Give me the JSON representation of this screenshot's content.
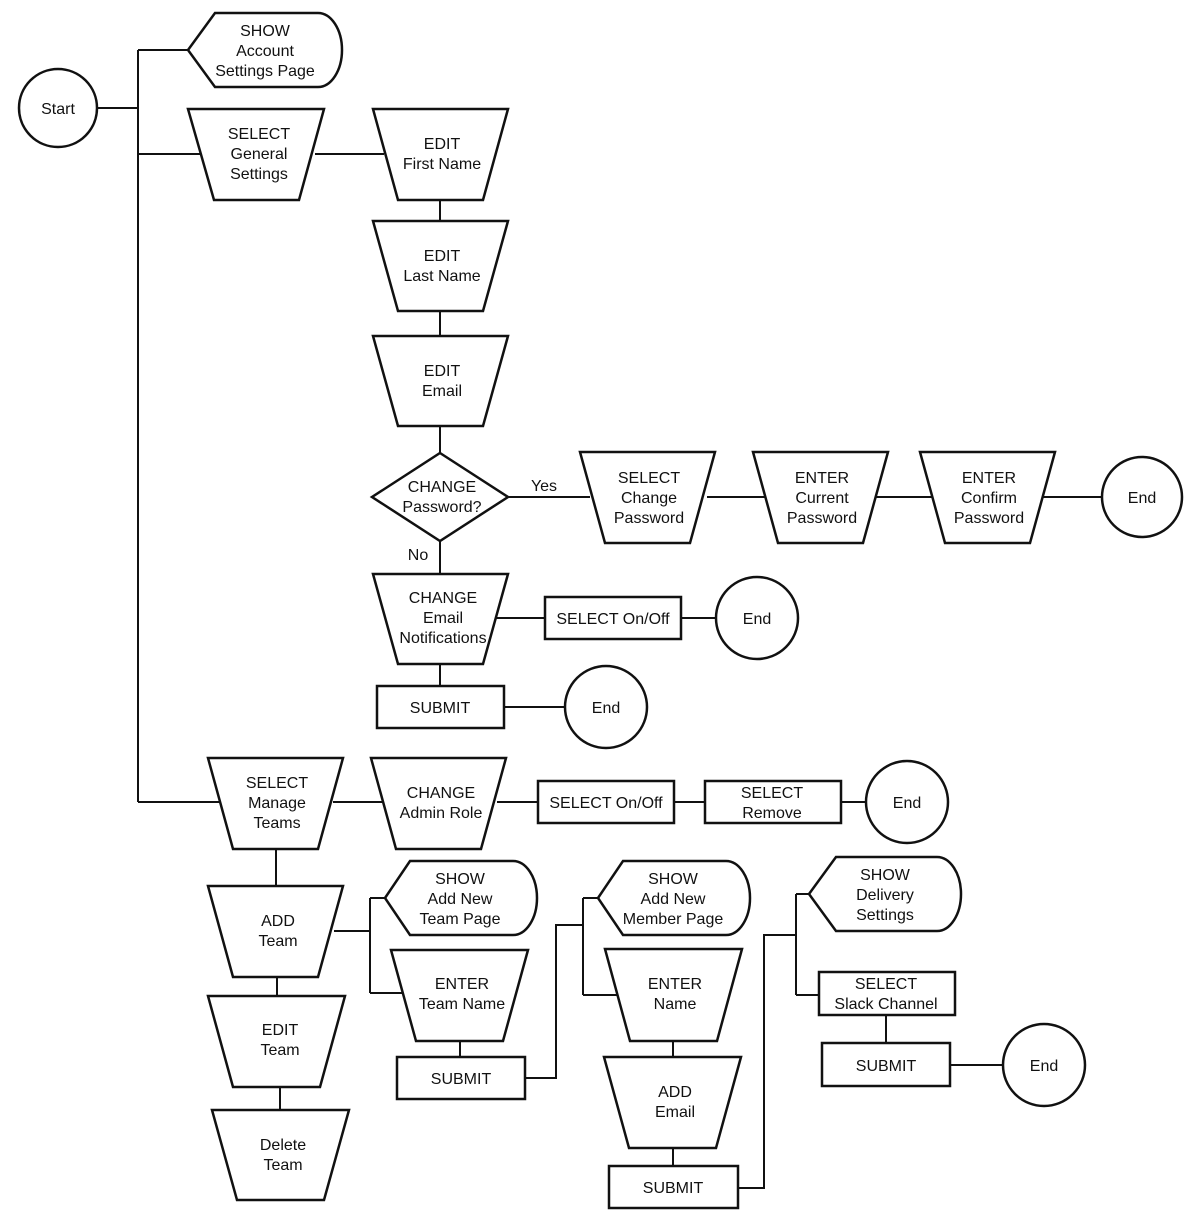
{
  "nodes": {
    "start": [
      "Start"
    ],
    "show_account": [
      "SHOW",
      "Account",
      "Settings Page"
    ],
    "select_general": [
      "SELECT",
      "General",
      "Settings"
    ],
    "edit_first": [
      "EDIT",
      "First Name"
    ],
    "edit_last": [
      "EDIT",
      "Last Name"
    ],
    "edit_email": [
      "EDIT",
      "Email"
    ],
    "change_password": [
      "CHANGE",
      "Password?"
    ],
    "select_change_pw": [
      "SELECT",
      "Change",
      "Password"
    ],
    "enter_current_pw": [
      "ENTER",
      "Current",
      "Password"
    ],
    "enter_confirm_pw": [
      "ENTER",
      "Confirm",
      "Password"
    ],
    "end_pw": [
      "End"
    ],
    "change_notif": [
      "CHANGE",
      "Email",
      "Notifications"
    ],
    "select_onoff_1": [
      "SELECT On/Off"
    ],
    "end_notif": [
      "End"
    ],
    "submit_general": [
      "SUBMIT"
    ],
    "end_general": [
      "End"
    ],
    "select_manage": [
      "SELECT",
      "Manage",
      "Teams"
    ],
    "change_admin": [
      "CHANGE",
      "Admin Role"
    ],
    "select_onoff_2": [
      "SELECT On/Off"
    ],
    "select_remove": [
      "SELECT",
      "Remove"
    ],
    "end_admin": [
      "End"
    ],
    "add_team": [
      "ADD",
      "Team"
    ],
    "edit_team": [
      "EDIT",
      "Team"
    ],
    "delete_team": [
      "Delete",
      "Team"
    ],
    "show_add_team": [
      "SHOW",
      "Add New",
      "Team Page"
    ],
    "enter_team_name": [
      "ENTER",
      "Team Name"
    ],
    "submit_team": [
      "SUBMIT"
    ],
    "show_add_member": [
      "SHOW",
      "Add New",
      "Member Page"
    ],
    "enter_name": [
      "ENTER",
      "Name"
    ],
    "add_email": [
      "ADD",
      "Email"
    ],
    "submit_member": [
      "SUBMIT"
    ],
    "show_delivery": [
      "SHOW",
      "Delivery",
      "Settings"
    ],
    "select_slack": [
      "SELECT",
      "Slack Channel"
    ],
    "submit_delivery": [
      "SUBMIT"
    ],
    "end_delivery": [
      "End"
    ]
  },
  "edge_labels": {
    "yes": "Yes",
    "no": "No"
  },
  "colors": {
    "stroke": "#111111",
    "fill": "#ffffff",
    "background": "#ffffff"
  }
}
